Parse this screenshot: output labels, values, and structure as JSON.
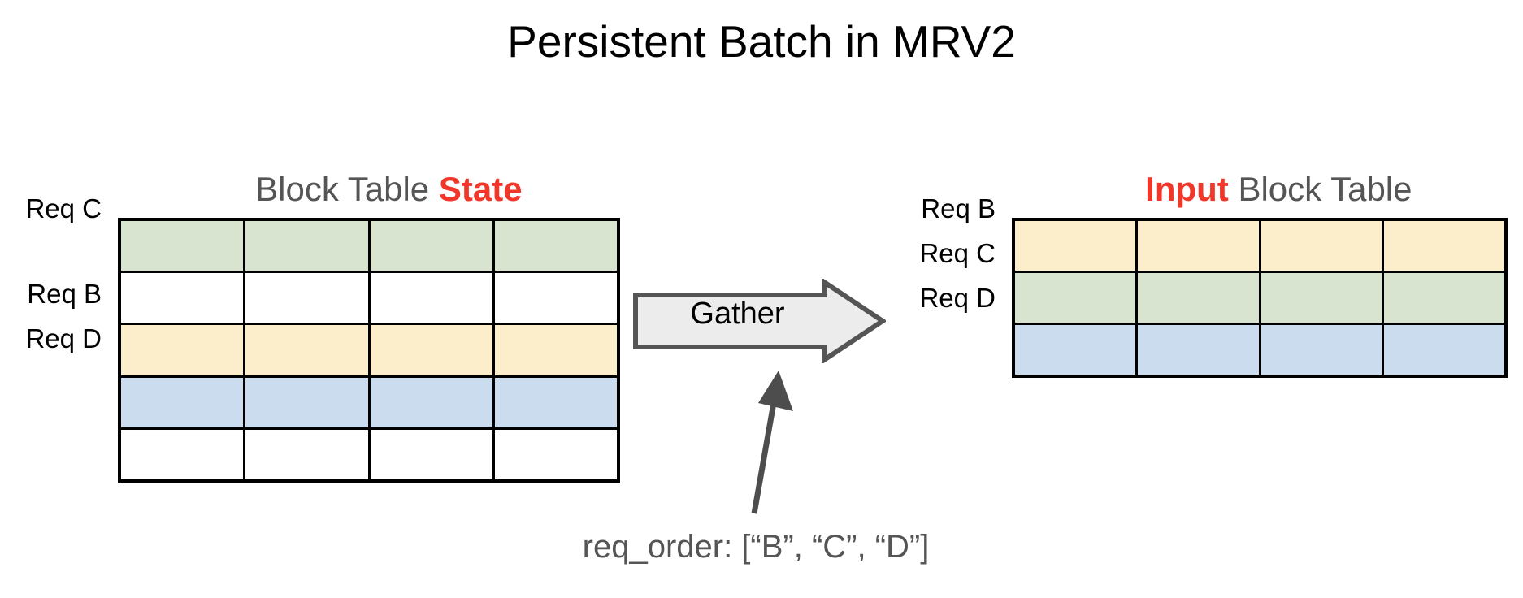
{
  "title": "Persistent Batch in MRV2",
  "colors": {
    "accent_red": "#f0372a",
    "heading_gray": "#555555",
    "row_green": "#d9e4d0",
    "row_yellow": "#fceecb",
    "row_blue": "#cbdcef",
    "row_empty": "#ffffff",
    "grid_line": "#000000",
    "arrow_fill": "#ececec",
    "arrow_stroke": "#555555"
  },
  "left_panel": {
    "heading_prefix": "Block Table ",
    "heading_accent": "State",
    "labels": [
      {
        "row": 0,
        "text": "Req C"
      },
      {
        "row": 2,
        "text": "Req B"
      },
      {
        "row": 3,
        "text": "Req D"
      }
    ],
    "table": {
      "columns": 4,
      "rows": 5,
      "row_colors": [
        "#d9e4d0",
        "#ffffff",
        "#fceecb",
        "#cbdcef",
        "#ffffff"
      ],
      "row_requests": [
        "Req C",
        "",
        "Req B",
        "Req D",
        ""
      ]
    }
  },
  "right_panel": {
    "heading_accent": "Input",
    "heading_suffix": " Block Table",
    "labels": [
      {
        "row": 0,
        "text": "Req B"
      },
      {
        "row": 1,
        "text": "Req C"
      },
      {
        "row": 2,
        "text": "Req D"
      }
    ],
    "table": {
      "columns": 4,
      "rows": 3,
      "row_colors": [
        "#fceecb",
        "#d9e4d0",
        "#cbdcef"
      ],
      "row_requests": [
        "Req B",
        "Req C",
        "Req D"
      ]
    }
  },
  "gather": {
    "label": "Gather"
  },
  "caption": {
    "text": "req_order: [“B”, “C”, “D”]"
  }
}
